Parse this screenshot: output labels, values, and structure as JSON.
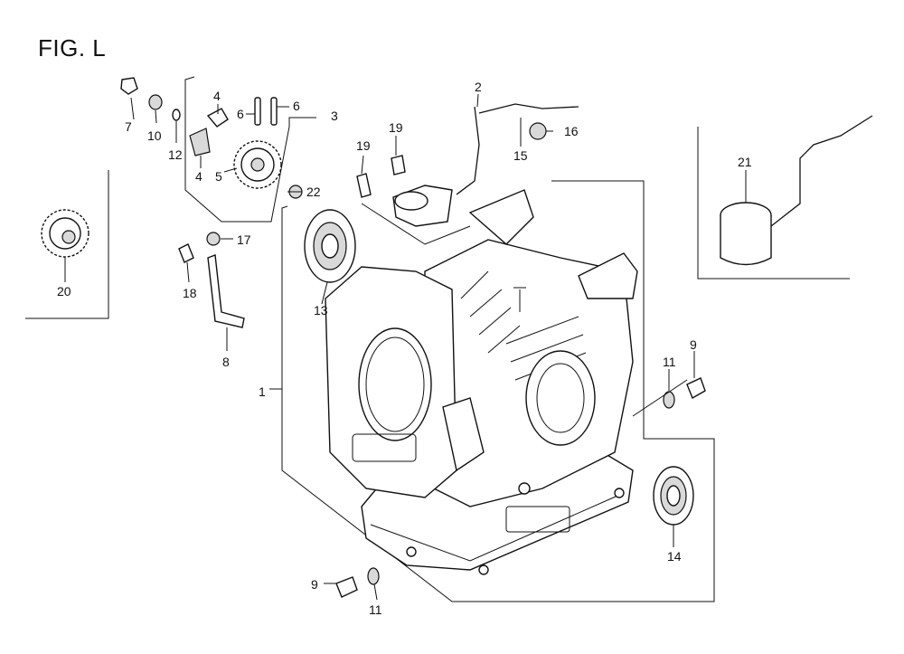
{
  "figure": {
    "title": "FIG. L"
  },
  "callouts": [
    {
      "id": "1",
      "label": "1"
    },
    {
      "id": "2",
      "label": "2"
    },
    {
      "id": "3",
      "label": "3"
    },
    {
      "id": "4a",
      "label": "4"
    },
    {
      "id": "4b",
      "label": "4"
    },
    {
      "id": "5",
      "label": "5"
    },
    {
      "id": "6a",
      "label": "6"
    },
    {
      "id": "6b",
      "label": "6"
    },
    {
      "id": "7",
      "label": "7"
    },
    {
      "id": "8",
      "label": "8"
    },
    {
      "id": "9a",
      "label": "9"
    },
    {
      "id": "9b",
      "label": "9"
    },
    {
      "id": "10",
      "label": "10"
    },
    {
      "id": "11a",
      "label": "11"
    },
    {
      "id": "11b",
      "label": "11"
    },
    {
      "id": "12",
      "label": "12"
    },
    {
      "id": "13",
      "label": "13"
    },
    {
      "id": "14",
      "label": "14"
    },
    {
      "id": "15",
      "label": "15"
    },
    {
      "id": "16",
      "label": "16"
    },
    {
      "id": "17",
      "label": "17"
    },
    {
      "id": "18",
      "label": "18"
    },
    {
      "id": "19a",
      "label": "19"
    },
    {
      "id": "19b",
      "label": "19"
    },
    {
      "id": "20",
      "label": "20"
    },
    {
      "id": "21",
      "label": "21"
    },
    {
      "id": "22",
      "label": "22"
    }
  ]
}
